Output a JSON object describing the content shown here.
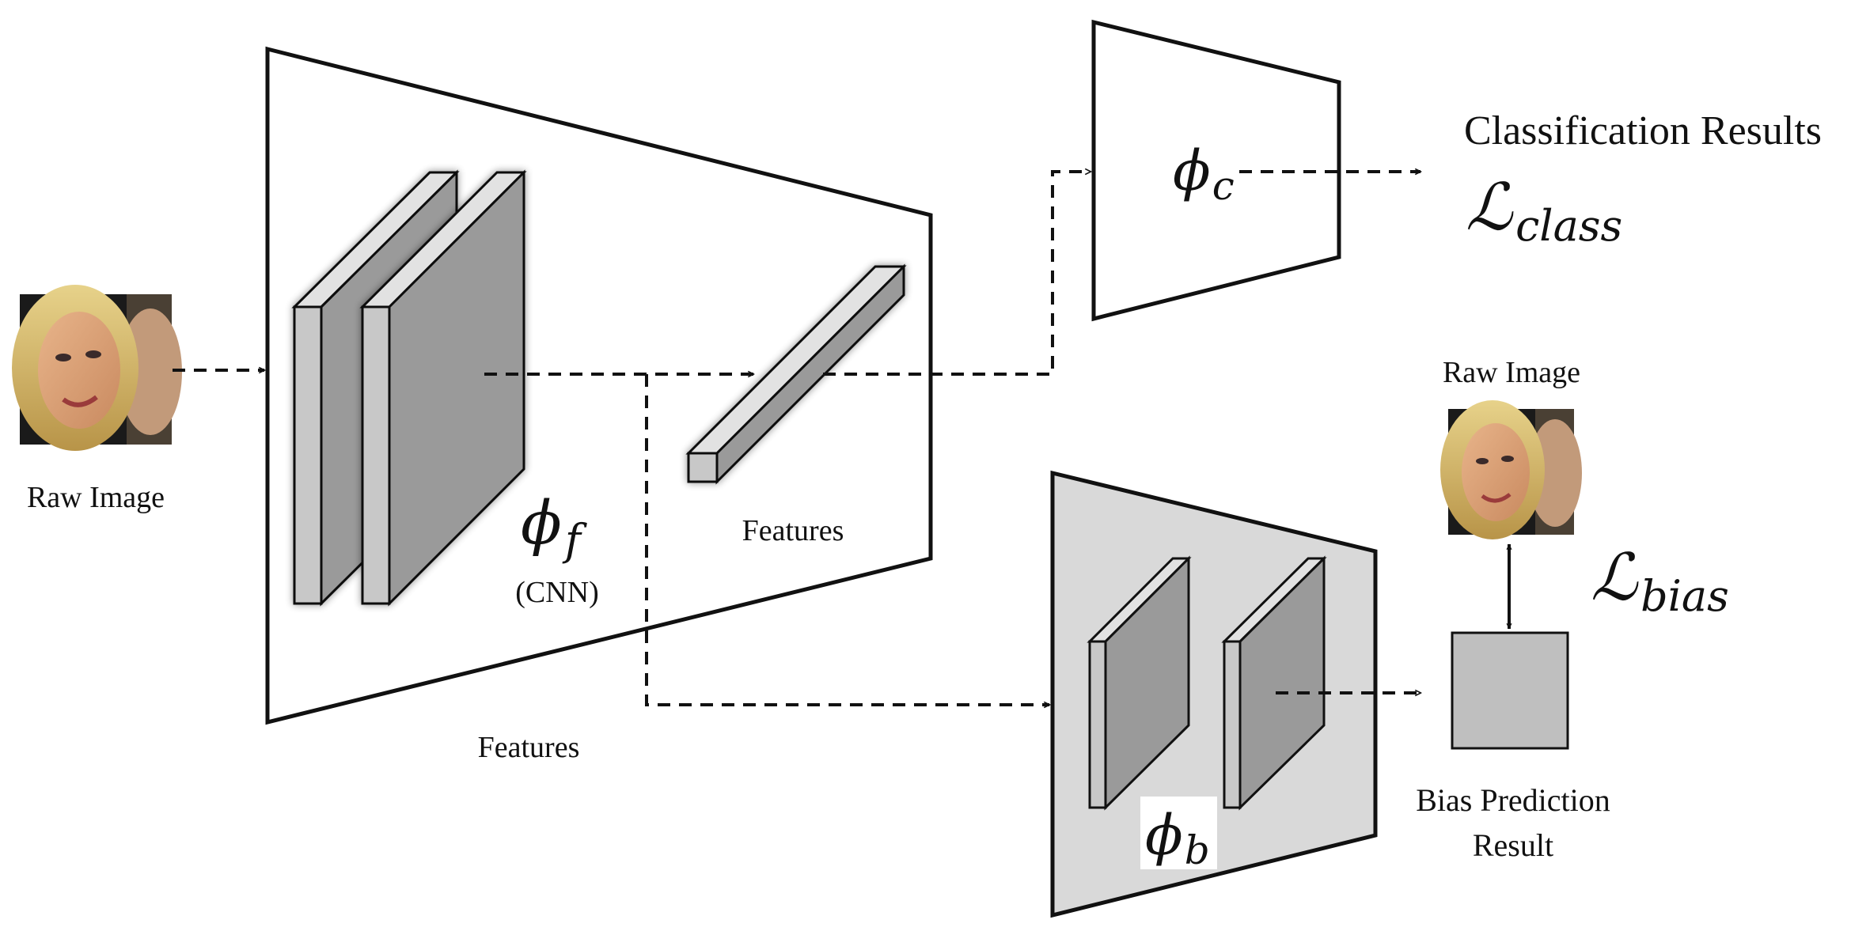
{
  "labels": {
    "raw_image_left": "Raw Image",
    "raw_image_right": "Raw Image",
    "features_top": "Features",
    "features_bottom": "Features",
    "cnn": "(CNN)",
    "classification_results": "Classification Results",
    "bias_prediction_line1": "Bias Prediction",
    "bias_prediction_line2": "Result"
  },
  "math": {
    "phi_f": "ϕ",
    "phi_f_sub": "f",
    "phi_c": "ϕ",
    "phi_c_sub": "c",
    "phi_b": "ϕ",
    "phi_b_sub": "b",
    "loss_class": "ℒ",
    "loss_class_sub": "class",
    "loss_bias": "ℒ",
    "loss_bias_sub": "bias"
  },
  "colors": {
    "outline": "#111111",
    "block_face": "#c8c8c8",
    "block_side": "#9a9a9a",
    "bias_panel": "#d9d9d9",
    "bias_result": "#bfbfbf"
  }
}
